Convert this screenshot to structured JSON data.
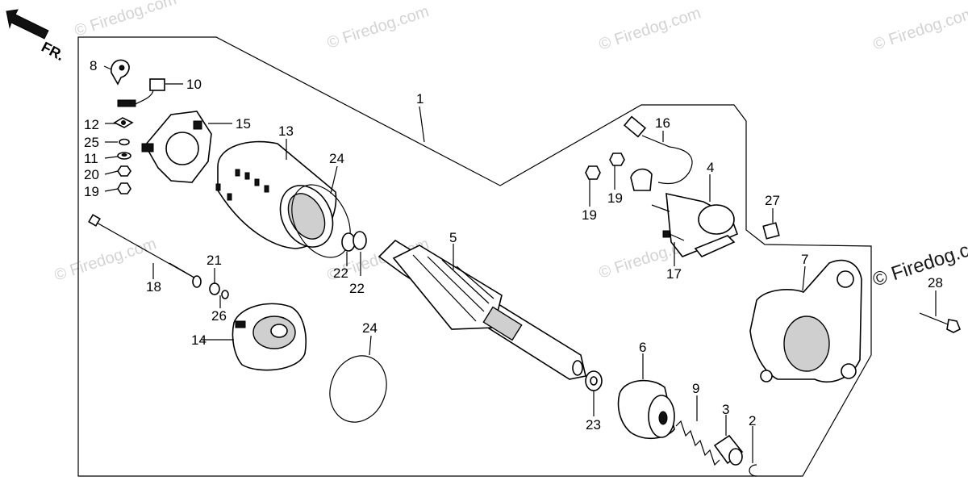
{
  "direction_label": "FR.",
  "watermark": "© Firedog.com",
  "watermark_bold": "© Firedog.co",
  "callouts": [
    {
      "id": "c1",
      "label": "1"
    },
    {
      "id": "c2",
      "label": "2"
    },
    {
      "id": "c3",
      "label": "3"
    },
    {
      "id": "c4",
      "label": "4"
    },
    {
      "id": "c5",
      "label": "5"
    },
    {
      "id": "c6",
      "label": "6"
    },
    {
      "id": "c7",
      "label": "7"
    },
    {
      "id": "c8",
      "label": "8"
    },
    {
      "id": "c9",
      "label": "9"
    },
    {
      "id": "c10",
      "label": "10"
    },
    {
      "id": "c11",
      "label": "11"
    },
    {
      "id": "c12",
      "label": "12"
    },
    {
      "id": "c13",
      "label": "13"
    },
    {
      "id": "c14",
      "label": "14"
    },
    {
      "id": "c15",
      "label": "15"
    },
    {
      "id": "c16",
      "label": "16"
    },
    {
      "id": "c17",
      "label": "17"
    },
    {
      "id": "c18",
      "label": "18"
    },
    {
      "id": "c19a",
      "label": "19"
    },
    {
      "id": "c19b",
      "label": "19"
    },
    {
      "id": "c19c",
      "label": "19"
    },
    {
      "id": "c20",
      "label": "20"
    },
    {
      "id": "c21",
      "label": "21"
    },
    {
      "id": "c22a",
      "label": "22"
    },
    {
      "id": "c22b",
      "label": "22"
    },
    {
      "id": "c23",
      "label": "23"
    },
    {
      "id": "c24a",
      "label": "24"
    },
    {
      "id": "c24b",
      "label": "24"
    },
    {
      "id": "c25",
      "label": "25"
    },
    {
      "id": "c26",
      "label": "26"
    },
    {
      "id": "c27",
      "label": "27"
    },
    {
      "id": "c28",
      "label": "28"
    }
  ]
}
